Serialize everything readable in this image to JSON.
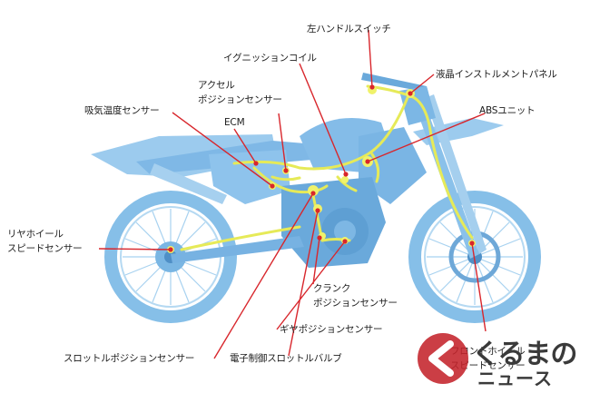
{
  "labels": {
    "left_handle_switch": "左ハンドルスイッチ",
    "ignition_coil": "イグニッションコイル",
    "lcd_panel": "液晶インストルメントパネル",
    "accel_sensor_1": "アクセル",
    "accel_sensor_2": "ポジションセンサー",
    "intake_temp_sensor": "吸気温度センサー",
    "abs_unit": "ABSユニット",
    "ecm": "ECM",
    "rear_wheel_speed_1": "リヤホイール",
    "rear_wheel_speed_2": "スピードセンサー",
    "crank_sensor_1": "クランク",
    "crank_sensor_2": "ポジションセンサー",
    "gear_sensor": "ギヤポジションセンサー",
    "throttle_sensor": "スロットルポジションセンサー",
    "throttle_valve": "電子制御スロットルバルブ",
    "front_wheel_speed_1": "フロントホイール",
    "front_wheel_speed_2": "スピードセンサー"
  },
  "logo": {
    "main": "くるまの",
    "sub": "ニュース"
  },
  "colors": {
    "bike_blue": "#8fc4ea",
    "bike_dark": "#5e9fd3",
    "harness_yellow": "#e8ec5a",
    "leader_red": "#d8262c",
    "logo_red": "#c4232b",
    "logo_gray": "#3a3a3a"
  }
}
